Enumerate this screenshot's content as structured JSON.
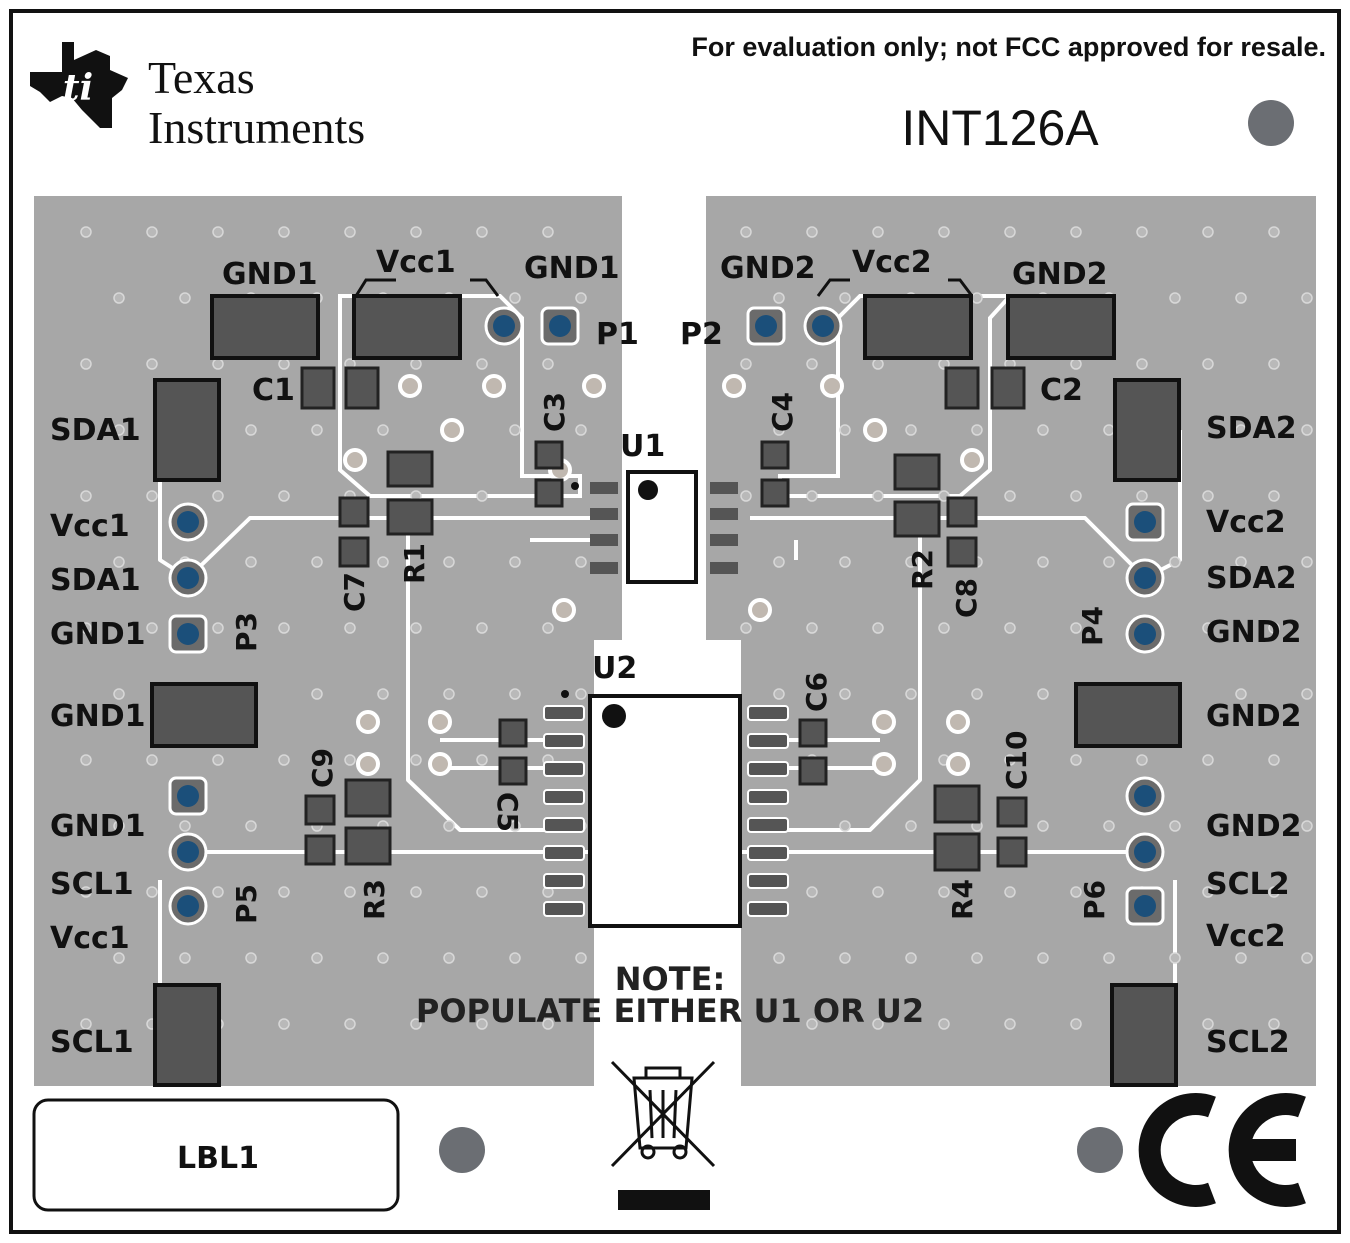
{
  "header": {
    "brand_line1": "Texas",
    "brand_line2": "Instruments",
    "disclaimer": "For evaluation only; not FCC approved for resale.",
    "board_id": "INT126A"
  },
  "labels": {
    "gnd1": "GND1",
    "gnd2": "GND2",
    "vcc1": "Vcc1",
    "vcc2": "Vcc2",
    "sda1": "SDA1",
    "sda2": "SDA2",
    "scl1": "SCL1",
    "scl2": "SCL2",
    "p1": "P1",
    "p2": "P2",
    "p3": "P3",
    "p4": "P4",
    "p5": "P5",
    "p6": "P6",
    "c1": "C1",
    "c2": "C2",
    "c3": "C3",
    "c4": "C4",
    "c5": "C5",
    "c6": "C6",
    "c7": "C7",
    "c8": "C8",
    "c9": "C9",
    "c10": "C10",
    "r1": "R1",
    "r2": "R2",
    "r3": "R3",
    "r4": "R4",
    "u1": "U1",
    "u2": "U2",
    "lbl1": "LBL1"
  },
  "note": {
    "line1": "NOTE:",
    "line2": "POPULATE EITHER U1 OR U2"
  },
  "colors": {
    "copper": "#a7a7a7",
    "pad": "#555555",
    "via_blue": "#1b4f7a",
    "silk": "#ffffff",
    "outline": "#111111"
  },
  "icons": [
    "texas-instruments-logo",
    "weee-crossed-bin-icon",
    "ce-mark-icon"
  ]
}
